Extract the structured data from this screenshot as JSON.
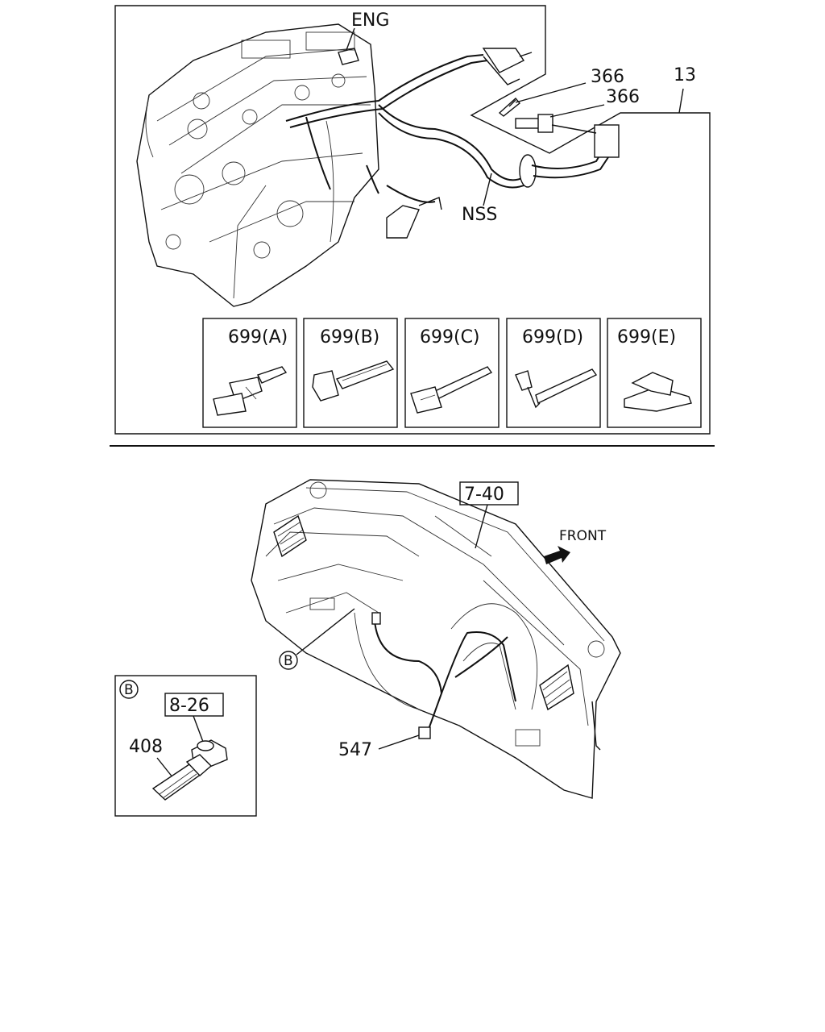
{
  "top_labels": {
    "eng": "ENG",
    "part_366_a": "366",
    "part_366_b": "366",
    "part_13": "13",
    "nss": "NSS"
  },
  "clips": [
    {
      "label": "699(A)",
      "icon": "clip-a-icon"
    },
    {
      "label": "699(B)",
      "icon": "clip-b-icon"
    },
    {
      "label": "699(C)",
      "icon": "clip-c-icon"
    },
    {
      "label": "699(D)",
      "icon": "clip-d-icon"
    },
    {
      "label": "699(E)",
      "icon": "clip-e-icon"
    }
  ],
  "bottom_labels": {
    "ref_7_40": "7-40",
    "front": "FRONT",
    "callout_b": "B",
    "part_547": "547"
  },
  "detail_b": {
    "title": "B",
    "ref_8_26": "8-26",
    "part_408": "408"
  }
}
